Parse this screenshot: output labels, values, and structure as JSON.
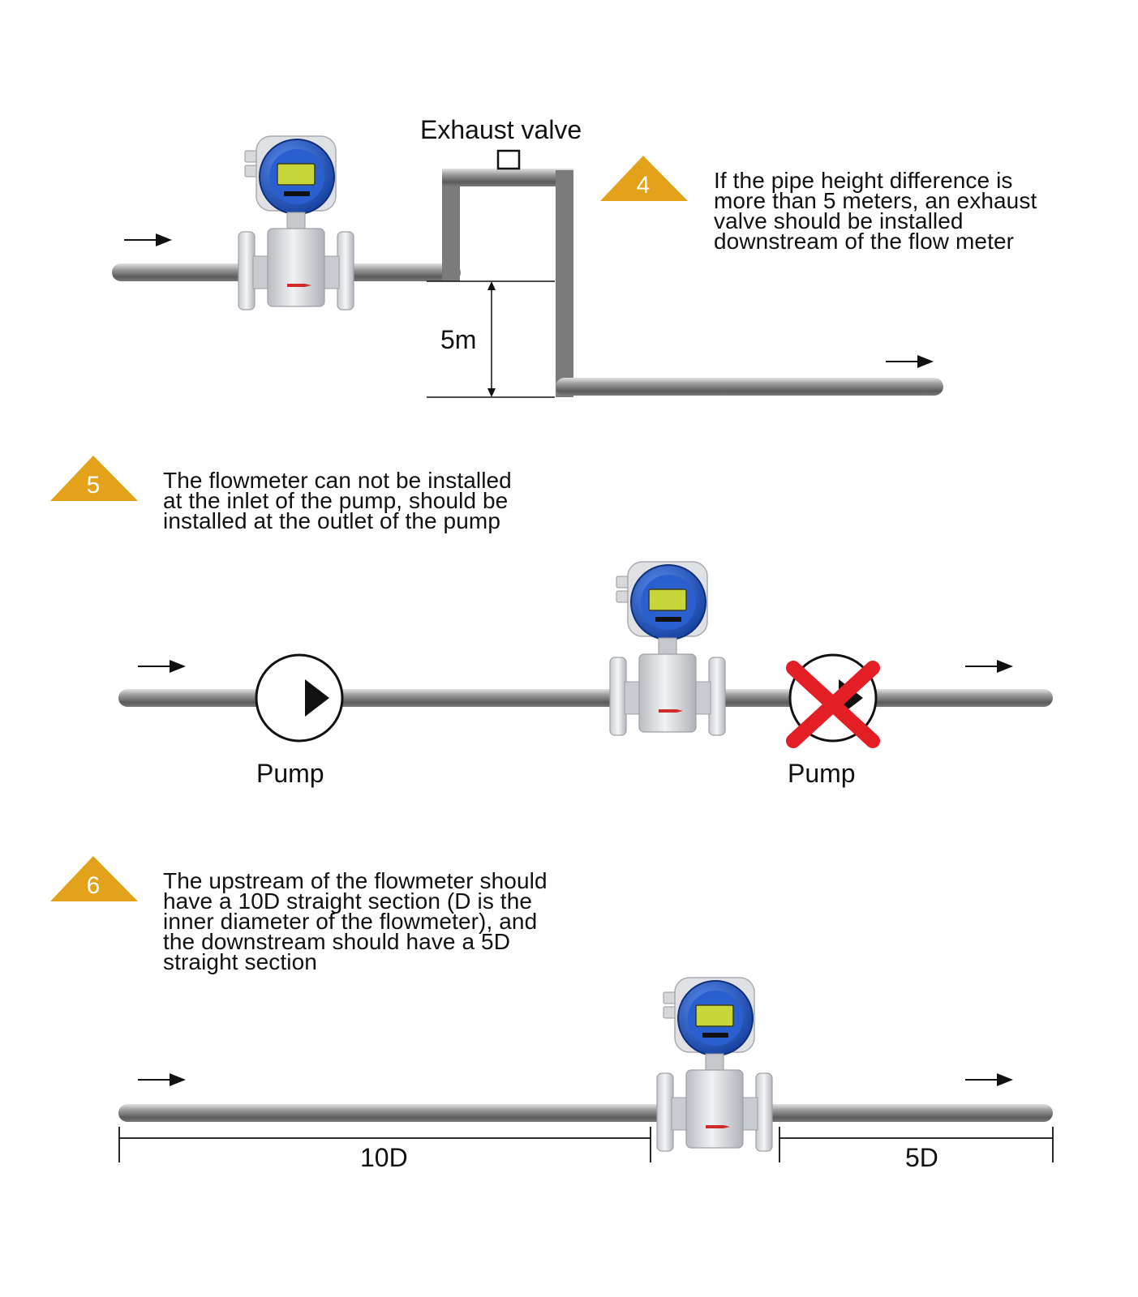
{
  "colors": {
    "pipe": "#6e6e6e",
    "pipe_highlight": "#bdbdbd",
    "warning_triangle": "#e3a21a",
    "meter_blue": "#1f57c7",
    "meter_body": "#d9dce1",
    "display": "#c9d63a",
    "cross": "#e31e24"
  },
  "section4": {
    "badge": "4",
    "note_lines": [
      "If the pipe height difference is",
      "more than 5 meters, an exhaust",
      "valve should be installed",
      "downstream of the flow meter"
    ],
    "exhaust_label": "Exhaust valve",
    "height_label": "5m"
  },
  "section5": {
    "badge": "5",
    "note_lines": [
      "The flowmeter can not be installed",
      "at the inlet of the pump, should be",
      "installed at the outlet of the pump"
    ],
    "pump_label_left": "Pump",
    "pump_label_right": "Pump"
  },
  "section6": {
    "badge": "6",
    "note_lines": [
      "The upstream of the flowmeter should",
      "have a 10D straight section (D is the",
      "inner diameter of the flowmeter), and",
      "the downstream should have a 5D",
      "straight section"
    ],
    "upstream_label": "10D",
    "downstream_label": "5D"
  },
  "icons": [
    "flow-arrow-icon",
    "warning-triangle-icon",
    "flowmeter-icon",
    "pump-icon",
    "cross-icon",
    "exhaust-valve-icon"
  ]
}
